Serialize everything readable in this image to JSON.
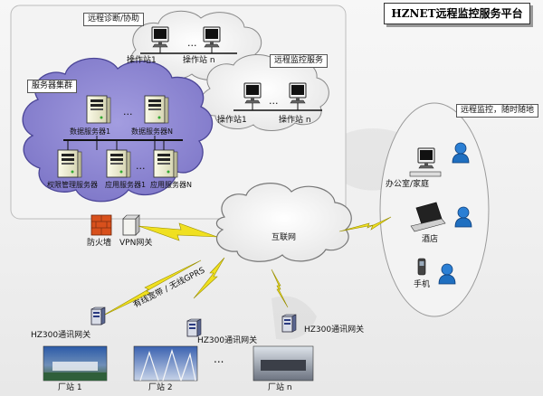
{
  "title": "HZNET远程监控服务平台",
  "groups": {
    "remote_diag": "远程诊断/协助",
    "remote_monitor": "远程监控服务",
    "server_cluster": "服务器集群",
    "anytime": "远程监控，随时随地"
  },
  "stations": {
    "op1_top": "操作站1",
    "opn_top": "操作站 n",
    "op1_mid": "操作站1",
    "opn_mid": "操作站 n"
  },
  "servers": {
    "data1": "数据服务器1",
    "dataN": "数据服务器N",
    "auth": "权限管理服务器",
    "app1": "应用服务器1",
    "appN": "应用服务器N"
  },
  "network": {
    "firewall": "防火墙",
    "vpn": "VPN网关",
    "internet": "互联网",
    "link": "有线宽带 / 无线GPRS"
  },
  "users": {
    "office": "办公室/家庭",
    "hotel": "酒店",
    "mobile": "手机"
  },
  "gateways": {
    "g1": "HZ300通讯网关",
    "g2": "HZ300通讯网关",
    "g3": "HZ300通讯网关"
  },
  "plants": {
    "p1": "厂站 1",
    "p2": "厂站 2",
    "pn": "厂站 n"
  },
  "ellipsis": "...",
  "colors": {
    "cluster_fill": "#8f88d4",
    "bolt": "#f0e020",
    "firewall": "#d8501c",
    "person": "#1f6fc0"
  }
}
